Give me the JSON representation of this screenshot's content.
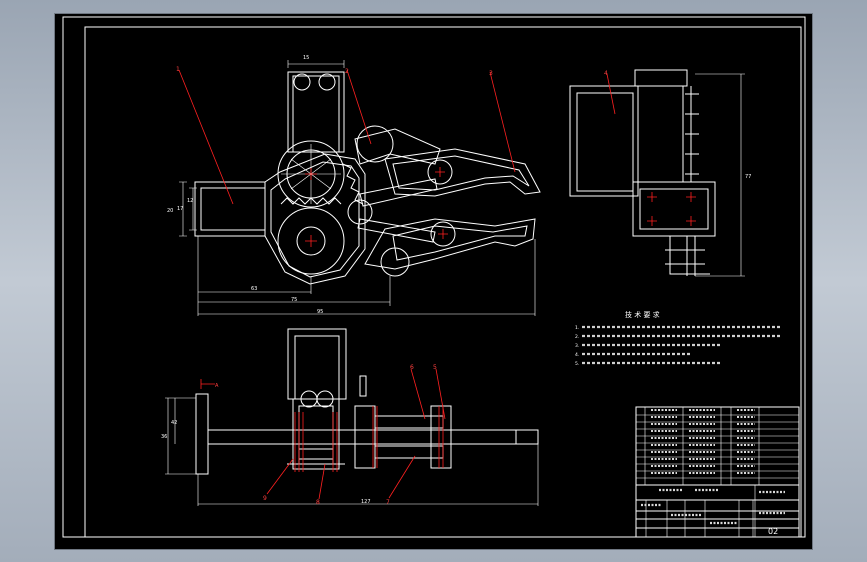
{
  "drawing": {
    "sheet_number": "02",
    "tech_requirements": {
      "title": "技 术 要 求",
      "items": [
        "1.",
        "2.",
        "3.",
        "4.",
        "5."
      ]
    },
    "part_labels": [
      "1",
      "2",
      "3",
      "4",
      "5",
      "6",
      "7",
      "8",
      "9"
    ],
    "dimensions": {
      "top_width": "15",
      "left_h1": "20",
      "left_h2": "17",
      "left_h3": "12",
      "bottom_1": "63",
      "bottom_2": "75",
      "bottom_3": "95",
      "side_height": "77",
      "bv_height": "42",
      "bv_height2": "36",
      "bv_length": "127"
    },
    "colors": {
      "background": "#000000",
      "line": "#ffffff",
      "leader": "#ff2020",
      "frame_bg": "#a9b3c0"
    }
  }
}
